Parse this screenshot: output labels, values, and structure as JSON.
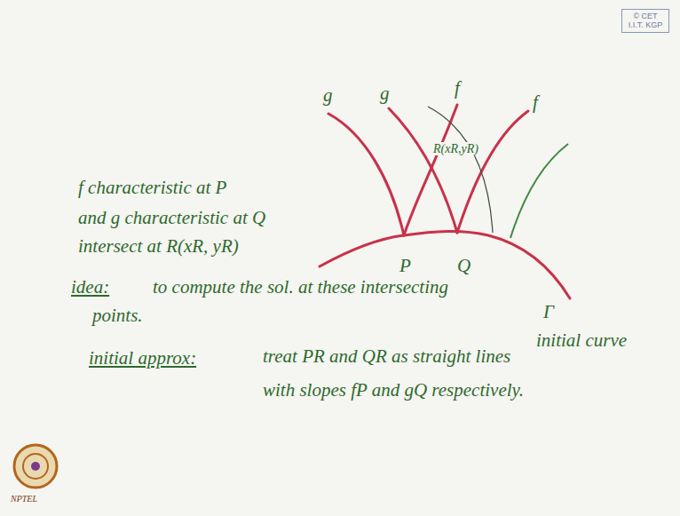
{
  "diagram": {
    "nodes": [
      {
        "text": [
          "© CET I.I.T. KGP"
        ]
      }
    ],
    "labels": [
      "g",
      "g",
      "f",
      "f",
      "R(xR,yR)",
      "P",
      "Q",
      "Γ",
      "initial curve",
      "f characteristic at P",
      "and g characteristic at Q",
      "intersect at R(xR, yR)",
      "idea:",
      "to compute the sol. at these intersecting",
      "points.",
      "initial approx:",
      "treat PR and QR as straight lines",
      "with slopes fP and gQ respectively.",
      "NPTEL"
    ]
  }
}
